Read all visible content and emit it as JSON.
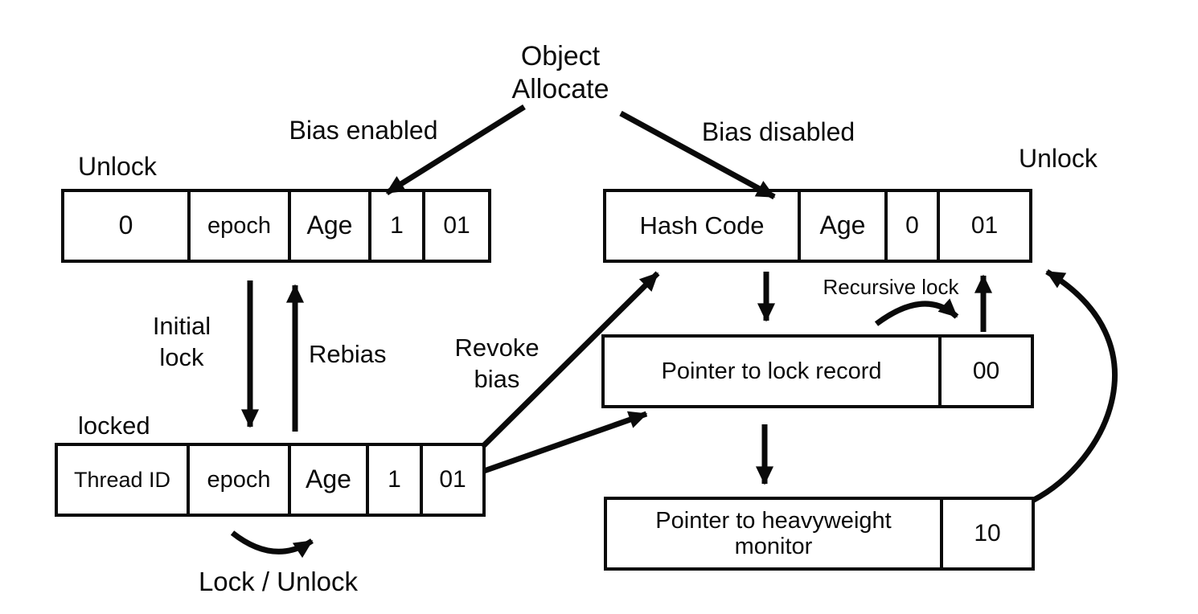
{
  "title": {
    "line1": "Object",
    "line2": "Allocate"
  },
  "labels": {
    "bias_enabled": "Bias enabled",
    "bias_disabled": "Bias disabled",
    "unlock_left": "Unlock",
    "unlock_right": "Unlock",
    "initial_lock_line1": "Initial",
    "initial_lock_line2": "lock",
    "rebias": "Rebias",
    "locked": "locked",
    "revoke_bias_line1": "Revoke",
    "revoke_bias_line2": "bias",
    "recursive_lock": "Recursive lock",
    "lock_unlock": "Lock / Unlock"
  },
  "tables": {
    "biased_unlocked": {
      "cells": [
        "0",
        "epoch",
        "Age",
        "1",
        "01"
      ]
    },
    "unbiased_unlocked": {
      "cells": [
        "Hash Code",
        "Age",
        "0",
        "01"
      ]
    },
    "biased_locked": {
      "cells": [
        "Thread ID",
        "epoch",
        "Age",
        "1",
        "01"
      ]
    },
    "lightweight_locked": {
      "cells": [
        "Pointer to lock record",
        "00"
      ]
    },
    "heavyweight_locked": {
      "cells": [
        "Pointer to heavyweight monitor",
        "10"
      ]
    }
  },
  "colors": {
    "stroke": "#0a0a0a",
    "background": "#ffffff"
  }
}
